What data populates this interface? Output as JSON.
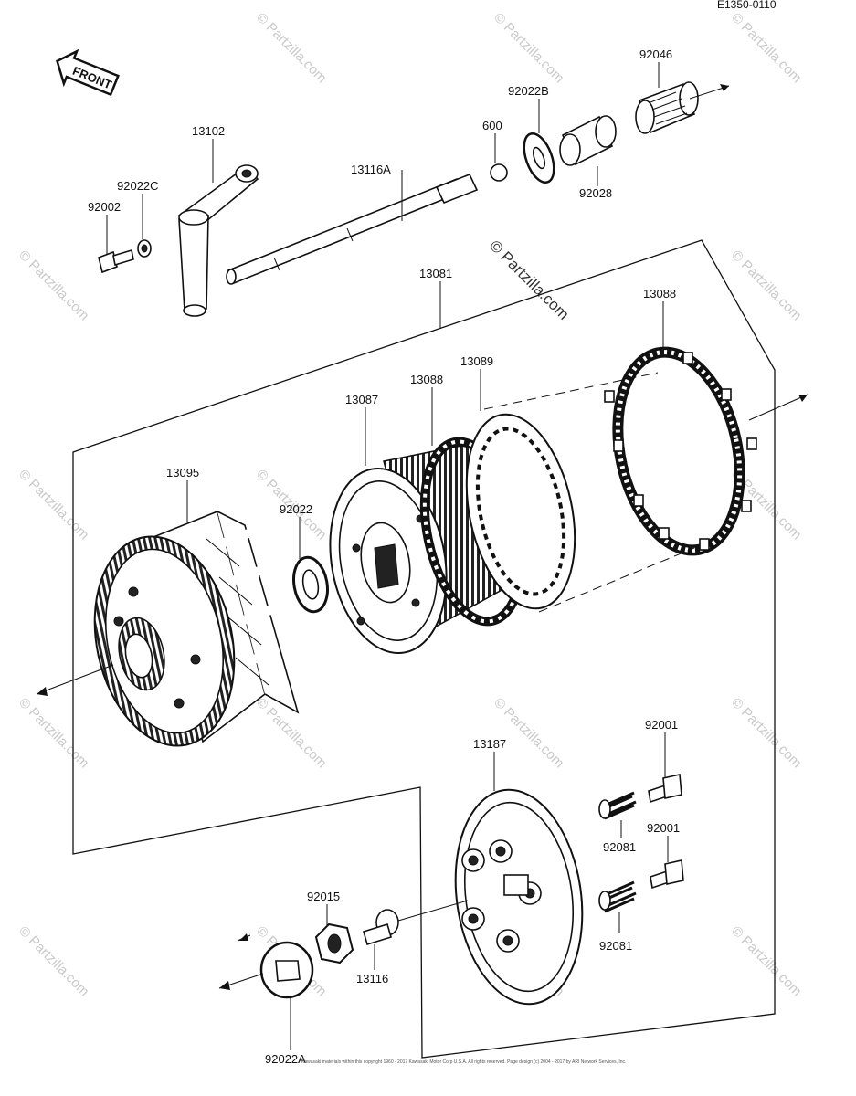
{
  "diagram_code": "E1350-0110",
  "front_label": "FRONT",
  "watermark": "© Partzilla.com",
  "copyright": "Kawasaki materials within this copyright 1960 - 2017 Kawasaki Motor Corp U.S.A. All rights reserved. Page design (c) 2004 - 2017 by ARI Network Services, Inc.",
  "parts": {
    "p92046": "92046",
    "p92022B": "92022B",
    "p600": "600",
    "p92028": "92028",
    "p13102": "13102",
    "p13116A": "13116A",
    "p92022C": "92022C",
    "p92002": "92002",
    "p13081": "13081",
    "p13088a": "13088",
    "p13088b": "13088",
    "p13089": "13089",
    "p13087": "13087",
    "p13095": "13095",
    "p92022": "92022",
    "p13187": "13187",
    "p92001a": "92001",
    "p92001b": "92001",
    "p92081a": "92081",
    "p92081b": "92081",
    "p92015": "92015",
    "p13116": "13116",
    "p92022A": "92022A"
  }
}
